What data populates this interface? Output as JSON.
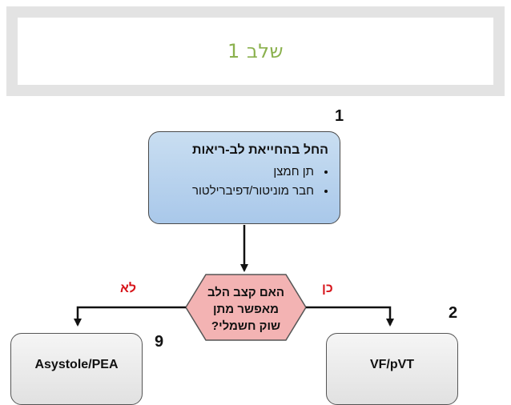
{
  "slide": {
    "title": "שלב 1"
  },
  "flowchart": {
    "start": {
      "number": "1",
      "title": "החל בהחייאת לב-ריאות",
      "bullets": [
        "תן חמצן",
        "חבר מוניטור/דפיברילטור"
      ]
    },
    "decision": {
      "lines": [
        "האם קצב הלב",
        "מאפשר מתן",
        "שוק חשמלי?"
      ]
    },
    "yes_branch": {
      "label": "כן",
      "number": "2",
      "box_text": "VF/pVT"
    },
    "no_branch": {
      "label": "לא",
      "number": "9",
      "box_text": "Asystole/PEA"
    }
  },
  "colors": {
    "title": "#8bb14e",
    "start_box": "#b9d4ee",
    "decision": "#f3b3b3",
    "branch_label": "#d7141a"
  }
}
